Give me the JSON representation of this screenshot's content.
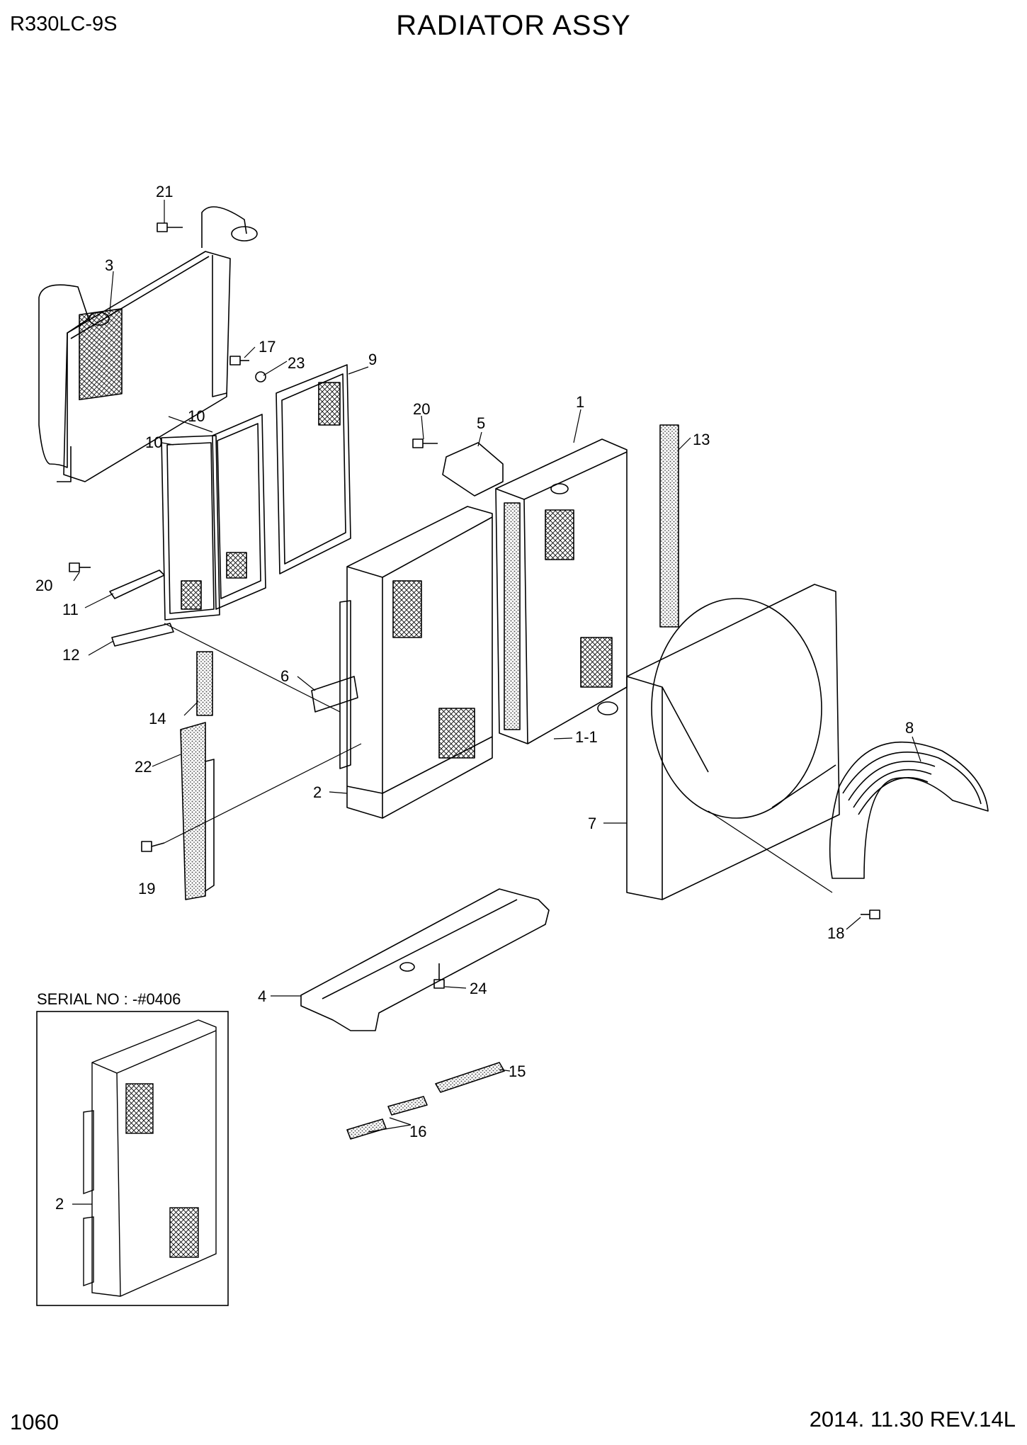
{
  "header": {
    "model": "R330LC-9S",
    "title": "RADIATOR ASSY"
  },
  "footer": {
    "page_number": "1060",
    "revision": "2014. 11.30  REV.14L"
  },
  "inset": {
    "caption": "SERIAL NO : -#0406",
    "callout": "2"
  },
  "callouts": {
    "c1": "1",
    "c1_1": "1-1",
    "c2": "2",
    "c3": "3",
    "c4": "4",
    "c5": "5",
    "c6": "6",
    "c7": "7",
    "c8": "8",
    "c9": "9",
    "c10a": "10",
    "c10b": "10",
    "c11": "11",
    "c12": "12",
    "c13": "13",
    "c14": "14",
    "c15": "15",
    "c16": "16",
    "c17": "17",
    "c18": "18",
    "c19": "19",
    "c20a": "20",
    "c20b": "20",
    "c21": "21",
    "c22": "22",
    "c23": "23",
    "c24": "24"
  }
}
